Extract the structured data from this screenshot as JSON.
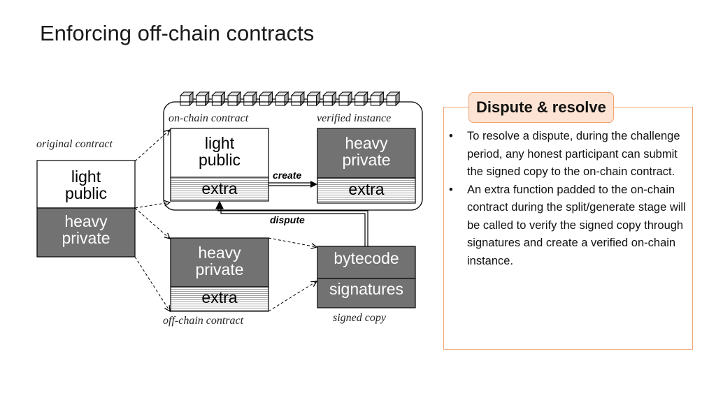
{
  "slide": {
    "title": "Enforcing off-chain contracts"
  },
  "diagram": {
    "original_contract_label": "original contract",
    "on_chain_contract_label": "on-chain contract",
    "verified_instance_label": "verified instance",
    "off_chain_contract_label": "off-chain contract",
    "signed_copy_label": "signed copy",
    "light_public": [
      "light",
      "public"
    ],
    "heavy_private": [
      "heavy",
      "private"
    ],
    "extra": "extra",
    "bytecode": "bytecode",
    "signatures": "signatures",
    "create_label": "create",
    "dispute_label": "dispute",
    "colors": {
      "dark_box": "#727272",
      "border": "#000000",
      "accent_border": "#f0a472",
      "accent_fill": "#fde3d3"
    }
  },
  "panel": {
    "title": "Dispute & resolve",
    "bullets": [
      "To resolve a dispute, during the challenge period, any honest participant can submit the signed copy to the on-chain contract.",
      "An extra function padded to the on-chain contract during the split/generate stage will be called to verify the signed copy through signatures and create a verified on-chain instance."
    ]
  }
}
